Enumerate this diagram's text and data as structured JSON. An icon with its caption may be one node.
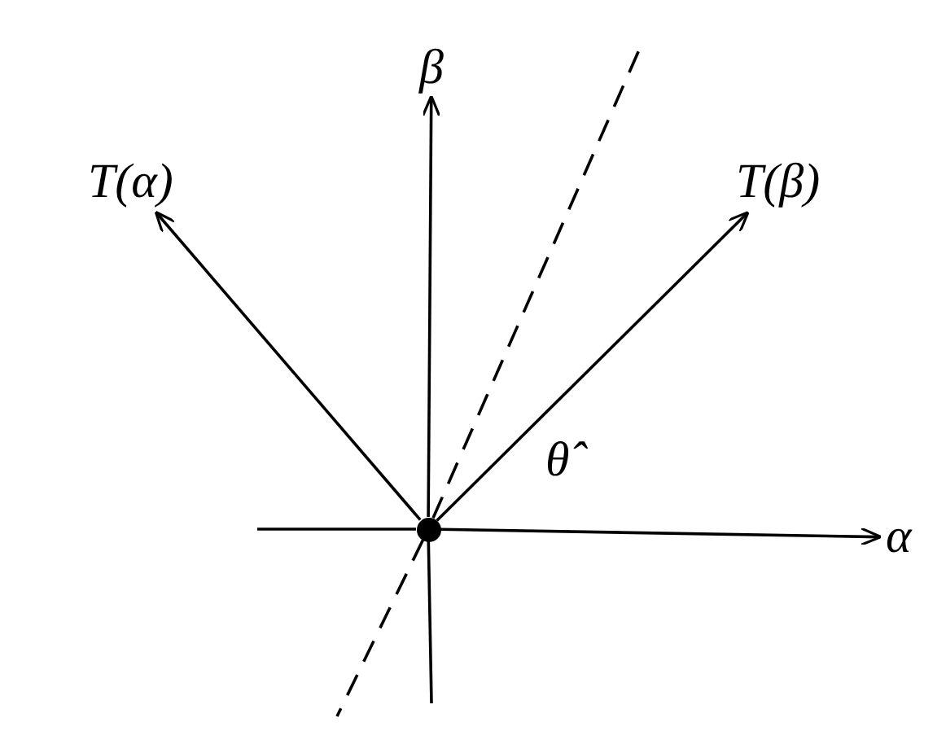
{
  "diagram": {
    "nodes": [
      {
        "text": [],
        "shape": "circle"
      },
      {
        "text": [
          "β"
        ]
      },
      {
        "text": [
          "T(α)"
        ]
      },
      {
        "text": [
          "T(β)"
        ]
      },
      {
        "text": [
          "α"
        ]
      }
    ],
    "edges": [
      {
        "from": 0,
        "to": 4,
        "arrow": "to"
      },
      {
        "from": 0,
        "to": 1,
        "arrow": "to"
      },
      {
        "from": 0,
        "to": 2,
        "arrow": "to"
      },
      {
        "from": 0,
        "to": 3,
        "arrow": "to"
      },
      {
        "from": 0,
        "to": null,
        "arrow": "none"
      },
      {
        "from": 0,
        "to": null,
        "arrow": "none"
      },
      {
        "from": 0,
        "to": null,
        "arrow": "none",
        "style": "dashed"
      },
      {
        "from": 0,
        "to": null,
        "arrow": "none",
        "style": "dashed"
      }
    ],
    "labels": [
      "θ̂"
    ]
  }
}
